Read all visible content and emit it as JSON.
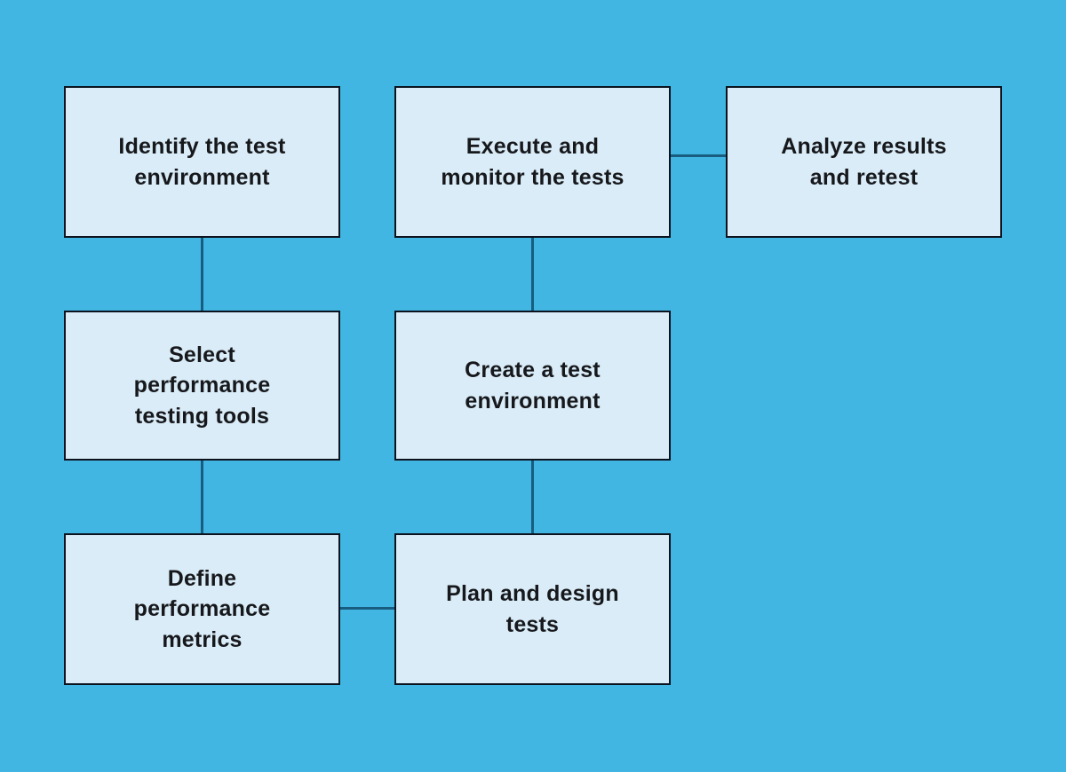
{
  "colors": {
    "background": "#41b6e3",
    "node_fill": "#daecf7",
    "node_border": "#0c131f",
    "connector": "#185c80",
    "text": "#16181c"
  },
  "boxes": [
    {
      "id": "identify-test-environment",
      "label": "Identify the test environment",
      "lines": [
        "Identify the test",
        "environment"
      ]
    },
    {
      "id": "execute-monitor-tests",
      "label": "Execute and monitor the tests",
      "lines": [
        "Execute and",
        "monitor the tests"
      ]
    },
    {
      "id": "analyze-results-retest",
      "label": "Analyze results and retest",
      "lines": [
        "Analyze results",
        "and retest"
      ]
    },
    {
      "id": "select-performance-testing-tools",
      "label": "Select performance testing tools",
      "lines": [
        "Select",
        "performance",
        "testing tools"
      ]
    },
    {
      "id": "create-test-environment",
      "label": "Create a test environment",
      "lines": [
        "Create a test",
        "environment"
      ]
    },
    {
      "id": "define-performance-metrics",
      "label": "Define performance metrics",
      "lines": [
        "Define",
        "performance",
        "metrics"
      ]
    },
    {
      "id": "plan-design-tests",
      "label": "Plan and design tests",
      "lines": [
        "Plan and design",
        "tests"
      ]
    }
  ],
  "connections": [
    {
      "from": "identify-test-environment",
      "to": "select-performance-testing-tools",
      "orientation": "vertical"
    },
    {
      "from": "select-performance-testing-tools",
      "to": "define-performance-metrics",
      "orientation": "vertical"
    },
    {
      "from": "define-performance-metrics",
      "to": "plan-design-tests",
      "orientation": "horizontal"
    },
    {
      "from": "plan-design-tests",
      "to": "create-test-environment",
      "orientation": "vertical"
    },
    {
      "from": "create-test-environment",
      "to": "execute-monitor-tests",
      "orientation": "vertical"
    },
    {
      "from": "execute-monitor-tests",
      "to": "analyze-results-retest",
      "orientation": "horizontal"
    }
  ]
}
